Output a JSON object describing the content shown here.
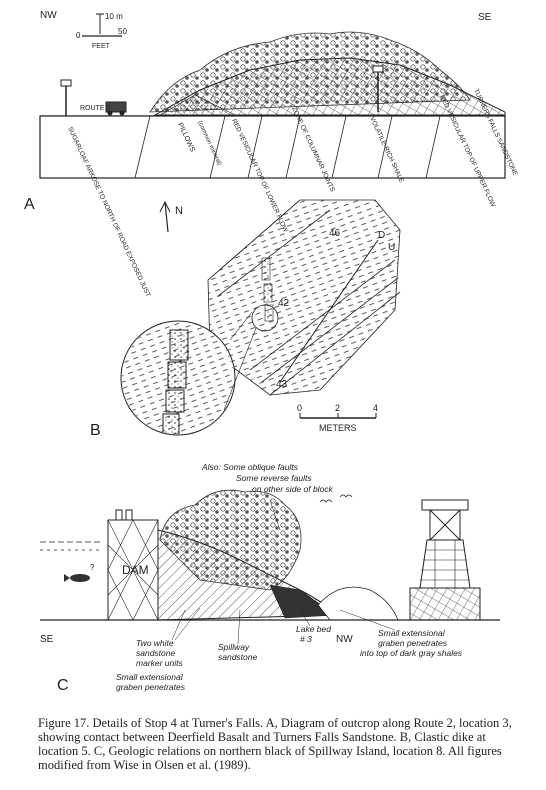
{
  "figure": {
    "caption": "Figure 17. Details of Stop 4 at Turner's Falls. A, Diagram of outcrop along Route 2, location 3, showing contact between Deerfield Basalt and Turners Falls Sandstone. B, Clastic dike at location 5. C, Geologic relations on northern black of Spillway Island, location 8. All figures modified from Wise in Olsen et al. (1989)."
  },
  "panel_a": {
    "letter": "A",
    "compass_left": "NW",
    "compass_right": "SE",
    "scale_vertical": "10 m",
    "scale_zero": "0",
    "scale_fifty": "50",
    "scale_unit": "FEET",
    "road_label": "ROUTE 2",
    "labels": [
      "SUGARLOAF ARKOSE TO NORTH OF ROAD EXPOSED JUST",
      "PILLOWS",
      "(common mineral)",
      "RED VESICULAR TOP OF LOWER FLOW",
      "ZONE OF COLUMNAR JOINTS",
      "VOLATILE-RICH SHALE",
      "RED VESICULAR TOP OF UPPER FLOW",
      "TURNERS FALLS SANDSTONE"
    ]
  },
  "panel_b": {
    "letter": "B",
    "north": "N",
    "dip_46": "46",
    "dip_42": "42",
    "dip_43": "43",
    "fault_d": "D",
    "fault_u": "U",
    "scale_0": "0",
    "scale_2": "2",
    "scale_4": "4",
    "scale_unit": "METERS"
  },
  "panel_c": {
    "letter": "C",
    "compass_left": "SE",
    "compass_right": "NW",
    "dam": "DAM",
    "note_oblique": "Also: Some oblique faults",
    "note_reverse_1": "Some reverse faults",
    "note_reverse_2": "on other side of block",
    "label_white_1": "Two white",
    "label_white_2": "sandstone",
    "label_white_3": "marker units",
    "label_spillway_1": "Spillway",
    "label_spillway_2": "sandstone",
    "label_lake_1": "Lake bed",
    "label_lake_2": "# 3",
    "label_graben_r1": "Small extensional",
    "label_graben_r2": "graben penetrates",
    "label_graben_r3": "into top of dark gray shales",
    "label_graben_l1": "Small extensional",
    "label_graben_l2": "graben penetrates"
  }
}
